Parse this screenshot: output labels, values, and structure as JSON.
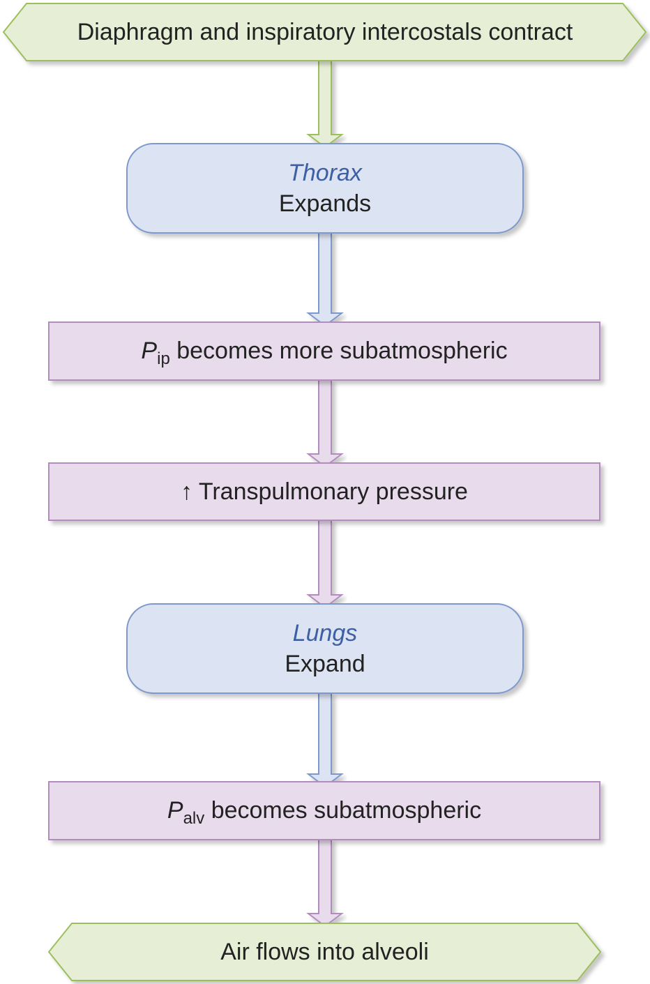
{
  "colors": {
    "green_fill": "#e6efd5",
    "green_stroke": "#9cbf5c",
    "blue_fill": "#dce3f2",
    "blue_stroke": "#7d98cb",
    "purple_fill": "#e8dcec",
    "purple_stroke": "#b48bbf",
    "title_blue": "#3d5fa3",
    "text": "#222222"
  },
  "steps": {
    "start": {
      "text": "Diaphragm and inspiratory intercostals contract"
    },
    "thorax": {
      "title": "Thorax",
      "text": "Expands"
    },
    "pip": {
      "symbol": "P",
      "subscript": "ip",
      "text": " becomes more subatmospheric"
    },
    "transpulmonary": {
      "arrow": "↑",
      "text": " Transpulmonary pressure"
    },
    "lungs": {
      "title": "Lungs",
      "text": "Expand"
    },
    "palv": {
      "symbol": "P",
      "subscript": "alv",
      "text": " becomes subatmospheric"
    },
    "end": {
      "text": "Air flows into alveoli"
    }
  }
}
